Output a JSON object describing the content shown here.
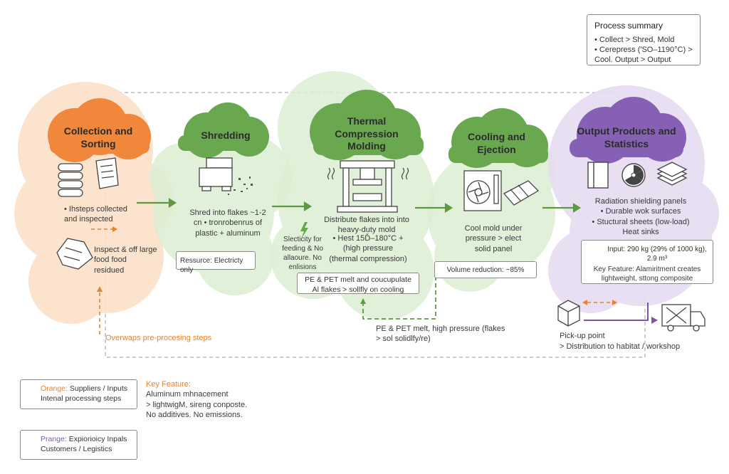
{
  "colors": {
    "orange": "#f0873a",
    "orange_blob": "#fbe0c8",
    "green": "#6aa84f",
    "green_blob": "#dcefd3",
    "purple": "#8560b4",
    "purple_blob": "#e6dcf2",
    "arrow_green": "#5b9a3f",
    "arrow_orange": "#e8822e",
    "arrow_purple": "#7b56a8"
  },
  "summary": {
    "title": "Process summary",
    "line1": "• Collect > Shred, Mold",
    "line2": "• Cerepress ('SO–1190°C) >",
    "line3": "Cool. Output > Output"
  },
  "stages": {
    "collection": {
      "title": "Collection and Sorting",
      "text1": "• Ihsteps collected and inspected",
      "text2": "Inspect & off large food food residued",
      "icons": [
        "wrap-rolls-icon",
        "paper-sheet-icon",
        "cleaning-cloth-icon"
      ]
    },
    "shredding": {
      "title": "Shredding",
      "text1": "Shred into flakes ~1-2 cn • tronrobenrus of plastic + aluminum",
      "resource": "Ressurce: Electricty only",
      "electricity": "Slecticity for feeding & No allaoure. No enlisions"
    },
    "thermal": {
      "title": "Thermal Compression Molding",
      "text1": "Distribute flakes into into heavy-duty mold",
      "text2": "• Hest 15Ď–180°C + (high pressure (thermal compression)",
      "note": "PE & PET melt and coucupulate Al flakes > sollfly on cooling",
      "feedback": "PE & PET melt, high pressure (flakes > sol solidlfy/re)"
    },
    "cooling": {
      "title": "Cooling and Ejection",
      "text1": "Cool mold under pressure > elect solid panel",
      "volume": "Volume reduction: ~85%"
    },
    "output": {
      "title": "Output Products and Statistics",
      "products": [
        "Radiation shielding panels",
        "• Durable wok surfaces",
        "• Stuctural sheets (low-load)",
        "Heat sinks"
      ],
      "info_line1": "Input: 290 kg (29% of 1000 kg),",
      "info_line2": "2.9 m³",
      "feature": "Key Feature: Alamiritment creates lightweight, sttong composite",
      "pickup": "Pick-up point",
      "distribution": "> Distribution to habitat / workshop"
    }
  },
  "overwraps_note": "Overwaps pre-procesing steps",
  "key_feature": {
    "title": "Key Feature:",
    "line1": "Aluminum mhnacement",
    "line2": "> lightwigM, sireng conposte.",
    "line3": "No additives. No emissions."
  },
  "legend": [
    {
      "label": "Orange:",
      "text": "Suppliers / Inputs",
      "text2": "Intenal processing steps",
      "color": "#f0873a"
    },
    {
      "label": "Prange:",
      "text": "Expiorioicy Inpals",
      "text2": "Customers / Legistics",
      "color": "#8560b4"
    }
  ]
}
